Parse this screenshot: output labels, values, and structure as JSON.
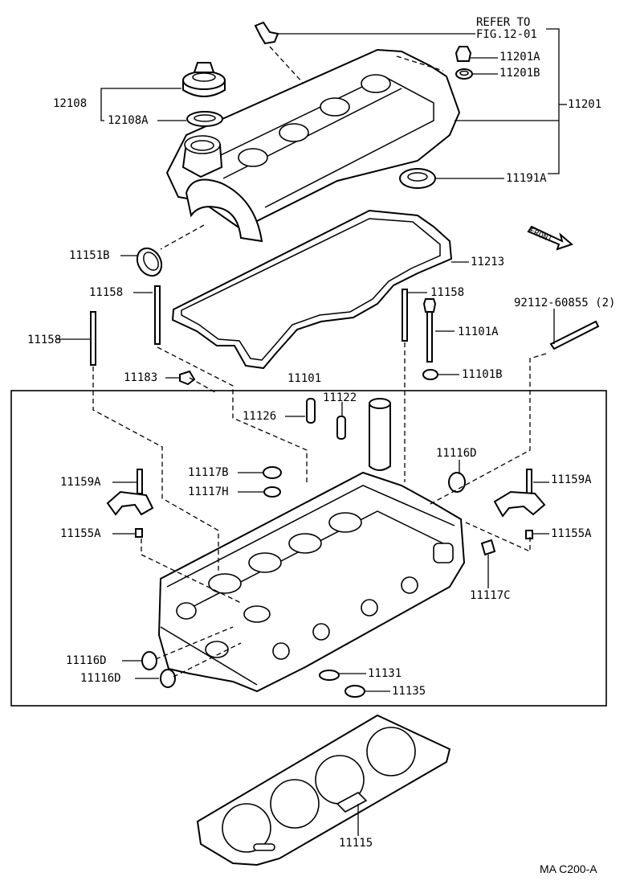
{
  "labels": {
    "refer_line1": "REFER TO",
    "refer_line2": "FIG.12-01",
    "p11201A": "11201A",
    "p11201B": "11201B",
    "p11201": "11201",
    "p12108": "12108",
    "p12108A": "12108A",
    "p11191A": "11191A",
    "front": "FRONT",
    "p11151B": "11151B",
    "p11213": "11213",
    "p11158_left_top": "11158",
    "p11158_right": "11158",
    "p92112": "92112-60855 (2)",
    "p11158_left": "11158",
    "p11101A": "11101A",
    "p11101B": "11101B",
    "p11183": "11183",
    "p11101": "11101",
    "p11122": "11122",
    "p11126": "11126",
    "p11116D_top": "11116D",
    "p11117B": "11117B",
    "p11117H": "11117H",
    "p11159A_left": "11159A",
    "p11159A_right": "11159A",
    "p11155A_left": "11155A",
    "p11155A_right": "11155A",
    "p11117C": "11117C",
    "p11116D_bl1": "11116D",
    "p11116D_bl2": "11116D",
    "p11131": "11131",
    "p11135": "11135",
    "p11115": "11115",
    "footer_code": "MA  C200-A"
  }
}
